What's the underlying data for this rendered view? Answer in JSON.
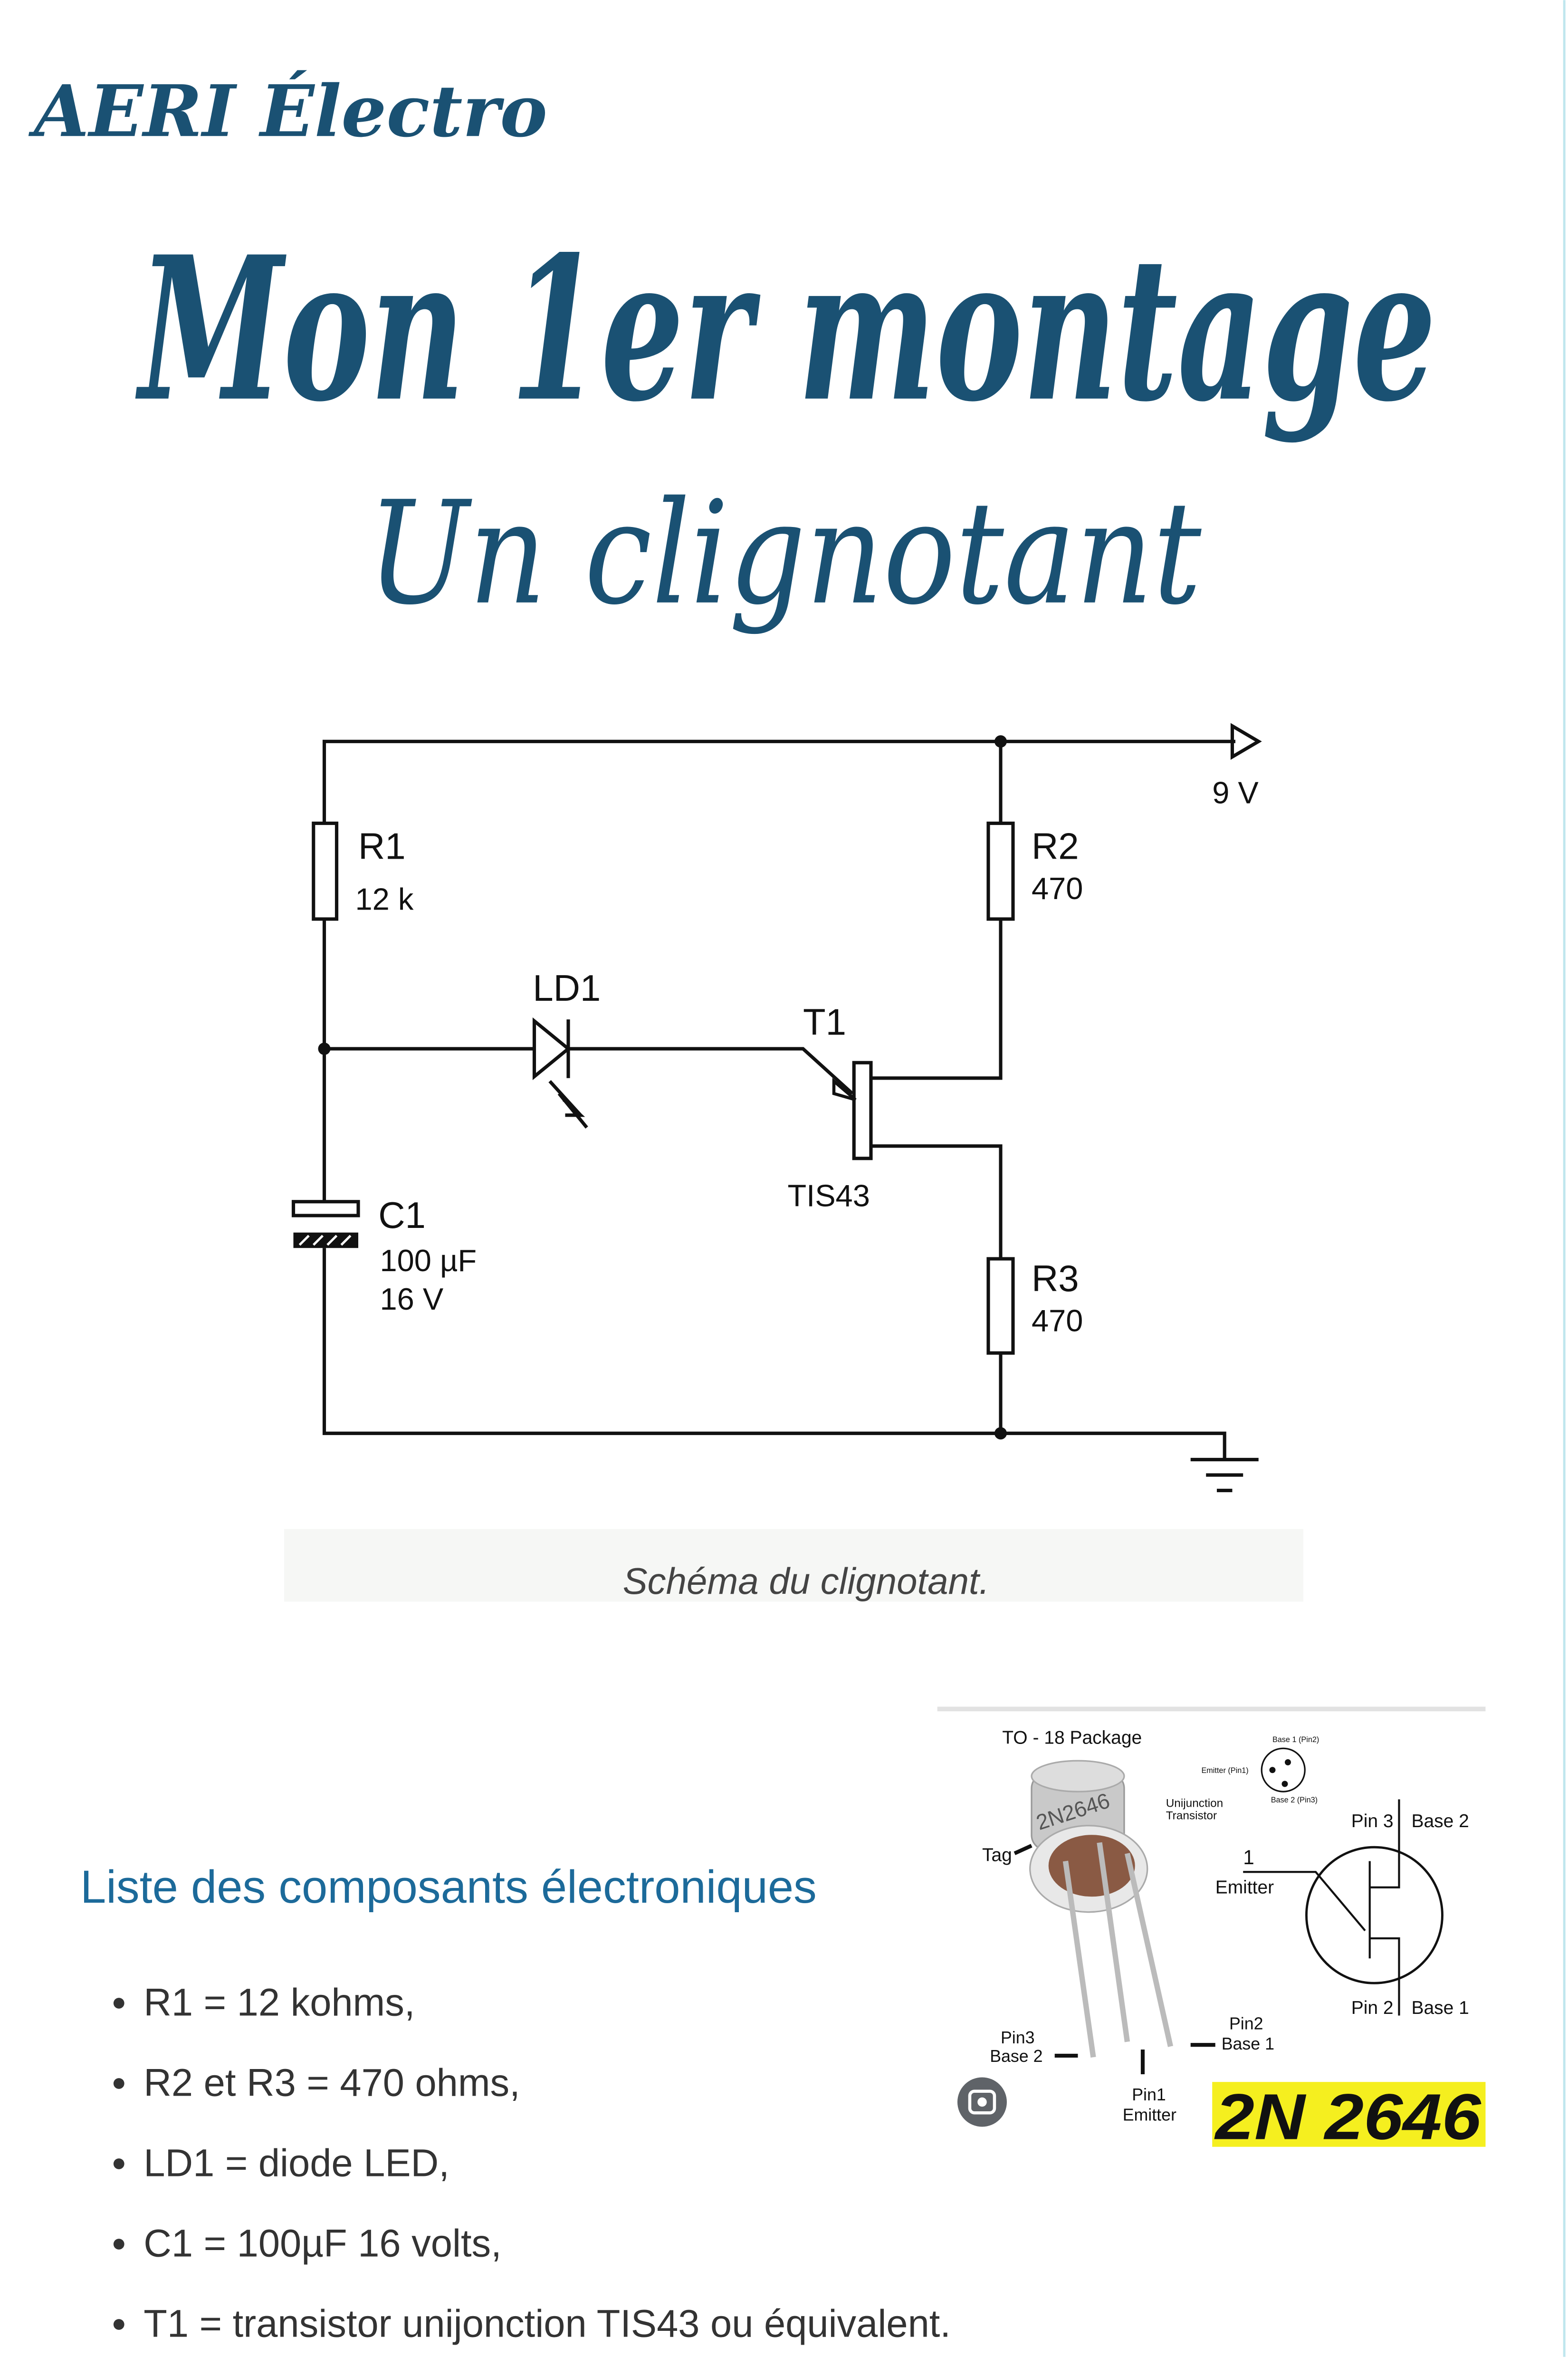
{
  "brand": "AERI Électro",
  "title": "Mon 1er montage",
  "subtitle": "Un clignotant",
  "colors": {
    "brand": "#1a5173",
    "heading": "#1c6a9a",
    "highlight": "#f5ef1f"
  },
  "schematic": {
    "supply": "9 V",
    "r1": {
      "name": "R1",
      "value": "12 k"
    },
    "r2": {
      "name": "R2",
      "value": "470"
    },
    "r3": {
      "name": "R3",
      "value": "470"
    },
    "ld1": {
      "name": "LD1"
    },
    "t1": {
      "name": "T1",
      "value": "TIS43"
    },
    "c1": {
      "name": "C1",
      "value": "100 µF",
      "voltage": "16 V"
    },
    "caption": "Schéma du clignotant."
  },
  "components": {
    "heading": "Liste des composants électroniques",
    "items": [
      "R1 = 12 kohms,",
      "R2 et R3 = 470 ohms,",
      "LD1 = diode LED,",
      "C1 = 100µF 16 volts,",
      "T1 = transistor unijonction TIS43 ou équivalent."
    ]
  },
  "transistor_image": {
    "package": "TO - 18 Package",
    "marking": "2N2646",
    "type_line1": "Unijunction",
    "type_line2": "Transistor",
    "tag": "Tag",
    "pinout_base1": "Base 1 (Pin2)",
    "pinout_emitter": "Emitter (Pin1)",
    "pinout_base2": "Base 2 (Pin3)",
    "sym_pin3": "Pin 3",
    "sym_base2": "Base 2",
    "sym_emitter_num": "1",
    "sym_emitter": "Emitter",
    "sym_pin2": "Pin 2",
    "sym_base1": "Base 1",
    "leg_pin3": "Pin3",
    "leg_base2": "Base 2",
    "leg_pin2": "Pin2",
    "leg_base1": "Base 1",
    "leg_pin1": "Pin1",
    "leg_emitter": "Emitter",
    "big_label": "2N 2646"
  }
}
